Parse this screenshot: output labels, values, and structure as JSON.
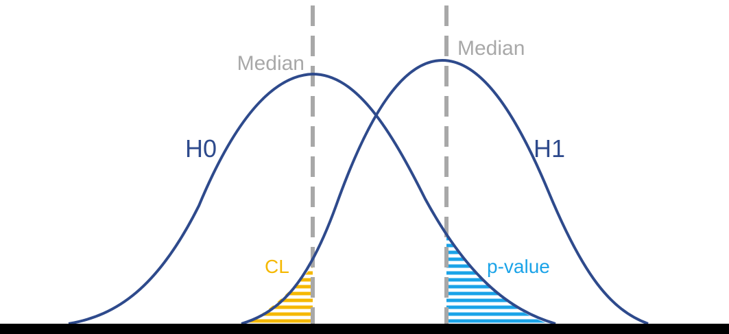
{
  "labels": {
    "h0": "H0",
    "h1": "H1",
    "median_h0": "Median",
    "median_h1": "Median",
    "cl": "CL",
    "p_value": "p-value"
  },
  "colors": {
    "curve": "#2e4a8c",
    "median_line": "#a8a8a8",
    "median_text": "#a8a8a8",
    "cl_fill": "#f5b800",
    "p_value_fill": "#1aa3e8",
    "baseline": "#000000"
  }
}
